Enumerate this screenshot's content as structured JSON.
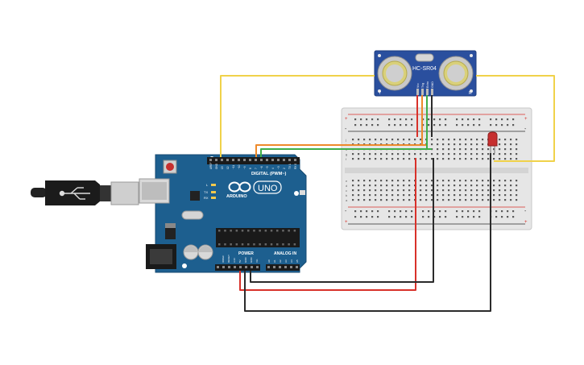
{
  "sensor": {
    "label": "HC-SR04",
    "corner_left": "T",
    "corner_right": "R",
    "pins": [
      "Vcc",
      "Trig",
      "Echo",
      "GND"
    ]
  },
  "arduino": {
    "brand": "ARDUINO",
    "model": "UNO",
    "digital_label": "DIGITAL (PWM~)",
    "power_label": "POWER",
    "analog_label": "ANALOG IN",
    "led_labels": [
      "L",
      "TX",
      "RX"
    ],
    "header_top": [
      "AREF",
      "GND",
      "13",
      "12",
      "~11",
      "~10",
      "~9",
      "8",
      "7",
      "~6",
      "~5",
      "4",
      "~3",
      "2",
      "TX 1",
      "RX 0"
    ],
    "header_power": [
      "IOREF",
      "RESET",
      "3.3V",
      "5V",
      "GND",
      "GND",
      "Vin"
    ],
    "header_analog": [
      "A0",
      "A1",
      "A2",
      "A3",
      "A4",
      "A5"
    ]
  },
  "breadboard": {
    "rail_plus": "+",
    "rail_minus": "-",
    "row_letters_top": [
      "j",
      "i",
      "h",
      "g",
      "f"
    ],
    "row_letters_bottom": [
      "e",
      "d",
      "c",
      "b",
      "a"
    ]
  },
  "colors": {
    "board": "#1d5f8f",
    "sensor": "#2a4f9e",
    "wire_yellow": "#f0d24a",
    "wire_orange": "#ee8a2b",
    "wire_green": "#3fae49",
    "wire_red": "#d8312a",
    "wire_black": "#2b2b2b",
    "led": "#c62f2f"
  }
}
